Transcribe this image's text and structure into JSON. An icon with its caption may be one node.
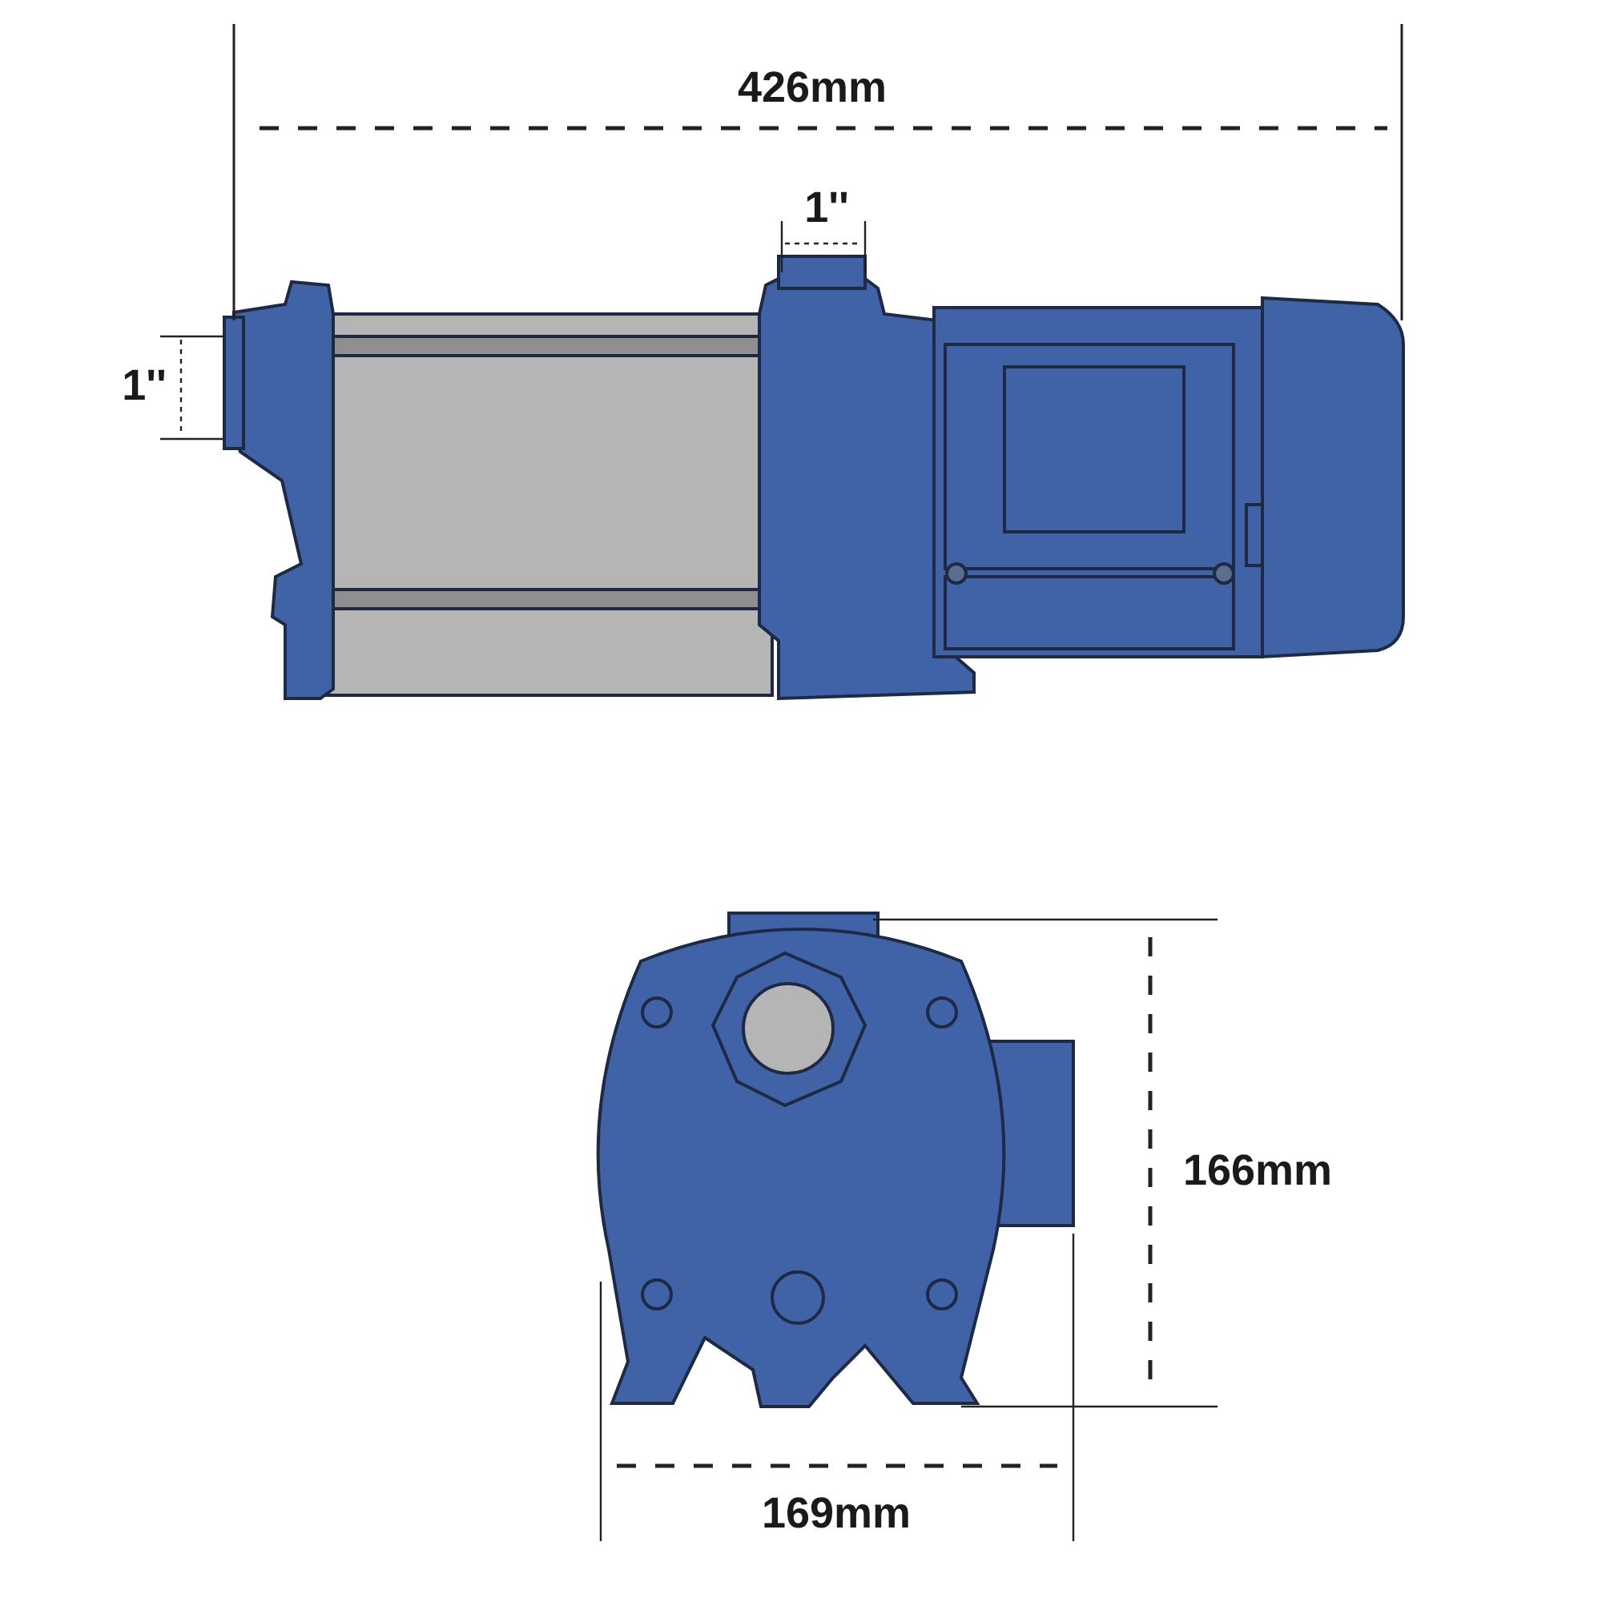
{
  "diagram": {
    "labels": [
      "426mm",
      "1''",
      "1''",
      "166mm",
      "169mm"
    ]
  }
}
